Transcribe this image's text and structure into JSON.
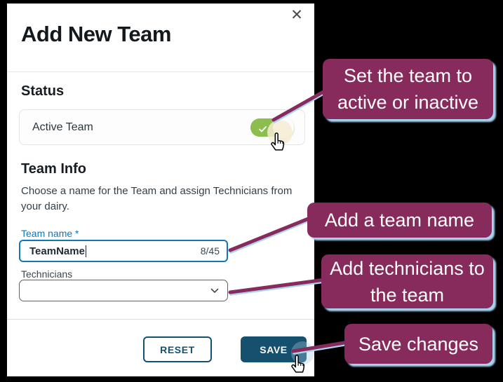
{
  "modal": {
    "title": "Add New Team",
    "close_icon": "✕",
    "status": {
      "heading": "Status",
      "row_label": "Active Team",
      "toggle_state": "on"
    },
    "team_info": {
      "heading": "Team Info",
      "description": "Choose a name for the Team and assign Technicians from your dairy.",
      "team_name": {
        "label": "Team name *",
        "value": "TeamName",
        "counter": "8/45"
      },
      "technicians": {
        "label": "Technicians",
        "value": ""
      }
    },
    "actions": {
      "reset": "RESET",
      "save": "SAVE"
    }
  },
  "callouts": [
    {
      "text": "Set the team to active or inactive"
    },
    {
      "text": "Add a team name"
    },
    {
      "text": "Add technicians to the team"
    },
    {
      "text": "Save changes"
    }
  ],
  "colors": {
    "callout_bg": "#872a5c",
    "callout_shadow": "#a8d4f0",
    "accent_blue": "#1076bd",
    "button_navy": "#15506f",
    "toggle_green": "#8cbd4e",
    "background": "#000000"
  }
}
